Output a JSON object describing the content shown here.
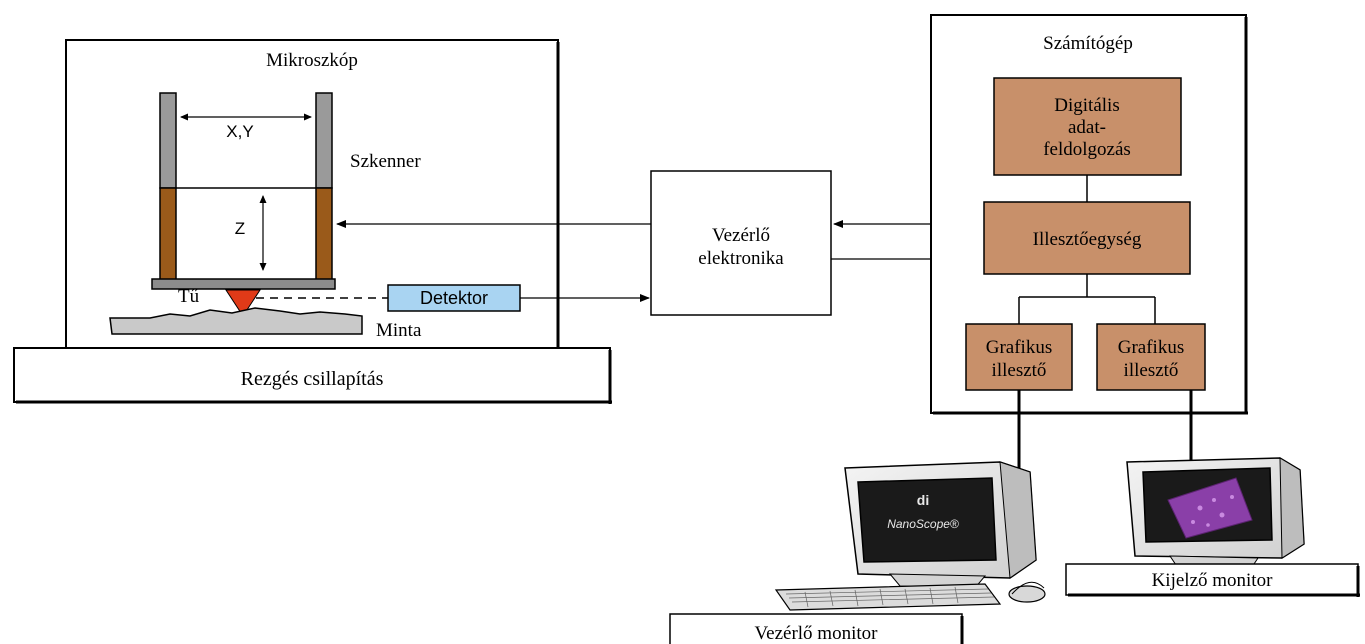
{
  "labels": {
    "microscope": "Mikroszkóp",
    "xy": "X,Y",
    "z": "Z",
    "scanner": "Szkenner",
    "tip": "Tű",
    "detector": "Detektor",
    "sample": "Minta",
    "vibration": "Rezgés csillapítás",
    "controller_line1": "Vezérlő",
    "controller_line2": "elektronika",
    "computer": "Számítógép",
    "digital_line1": "Digitális",
    "digital_line2": "adat-",
    "digital_line3": "feldolgozás",
    "interface": "Illesztőegység",
    "graphics1_line1": "Grafikus",
    "graphics1_line2": "illesztő",
    "graphics2_line1": "Grafikus",
    "graphics2_line2": "illesztő",
    "control_monitor": "Vezérlő monitor",
    "display_monitor": "Kijelző monitor",
    "screen_logo": "di",
    "screen_brand": "NanoScope®"
  },
  "colors": {
    "block_fill": "#c8906a",
    "detector_fill": "#a9d4f2",
    "scanner_lower": "#9a5a1a",
    "tip": "#e03a18"
  }
}
